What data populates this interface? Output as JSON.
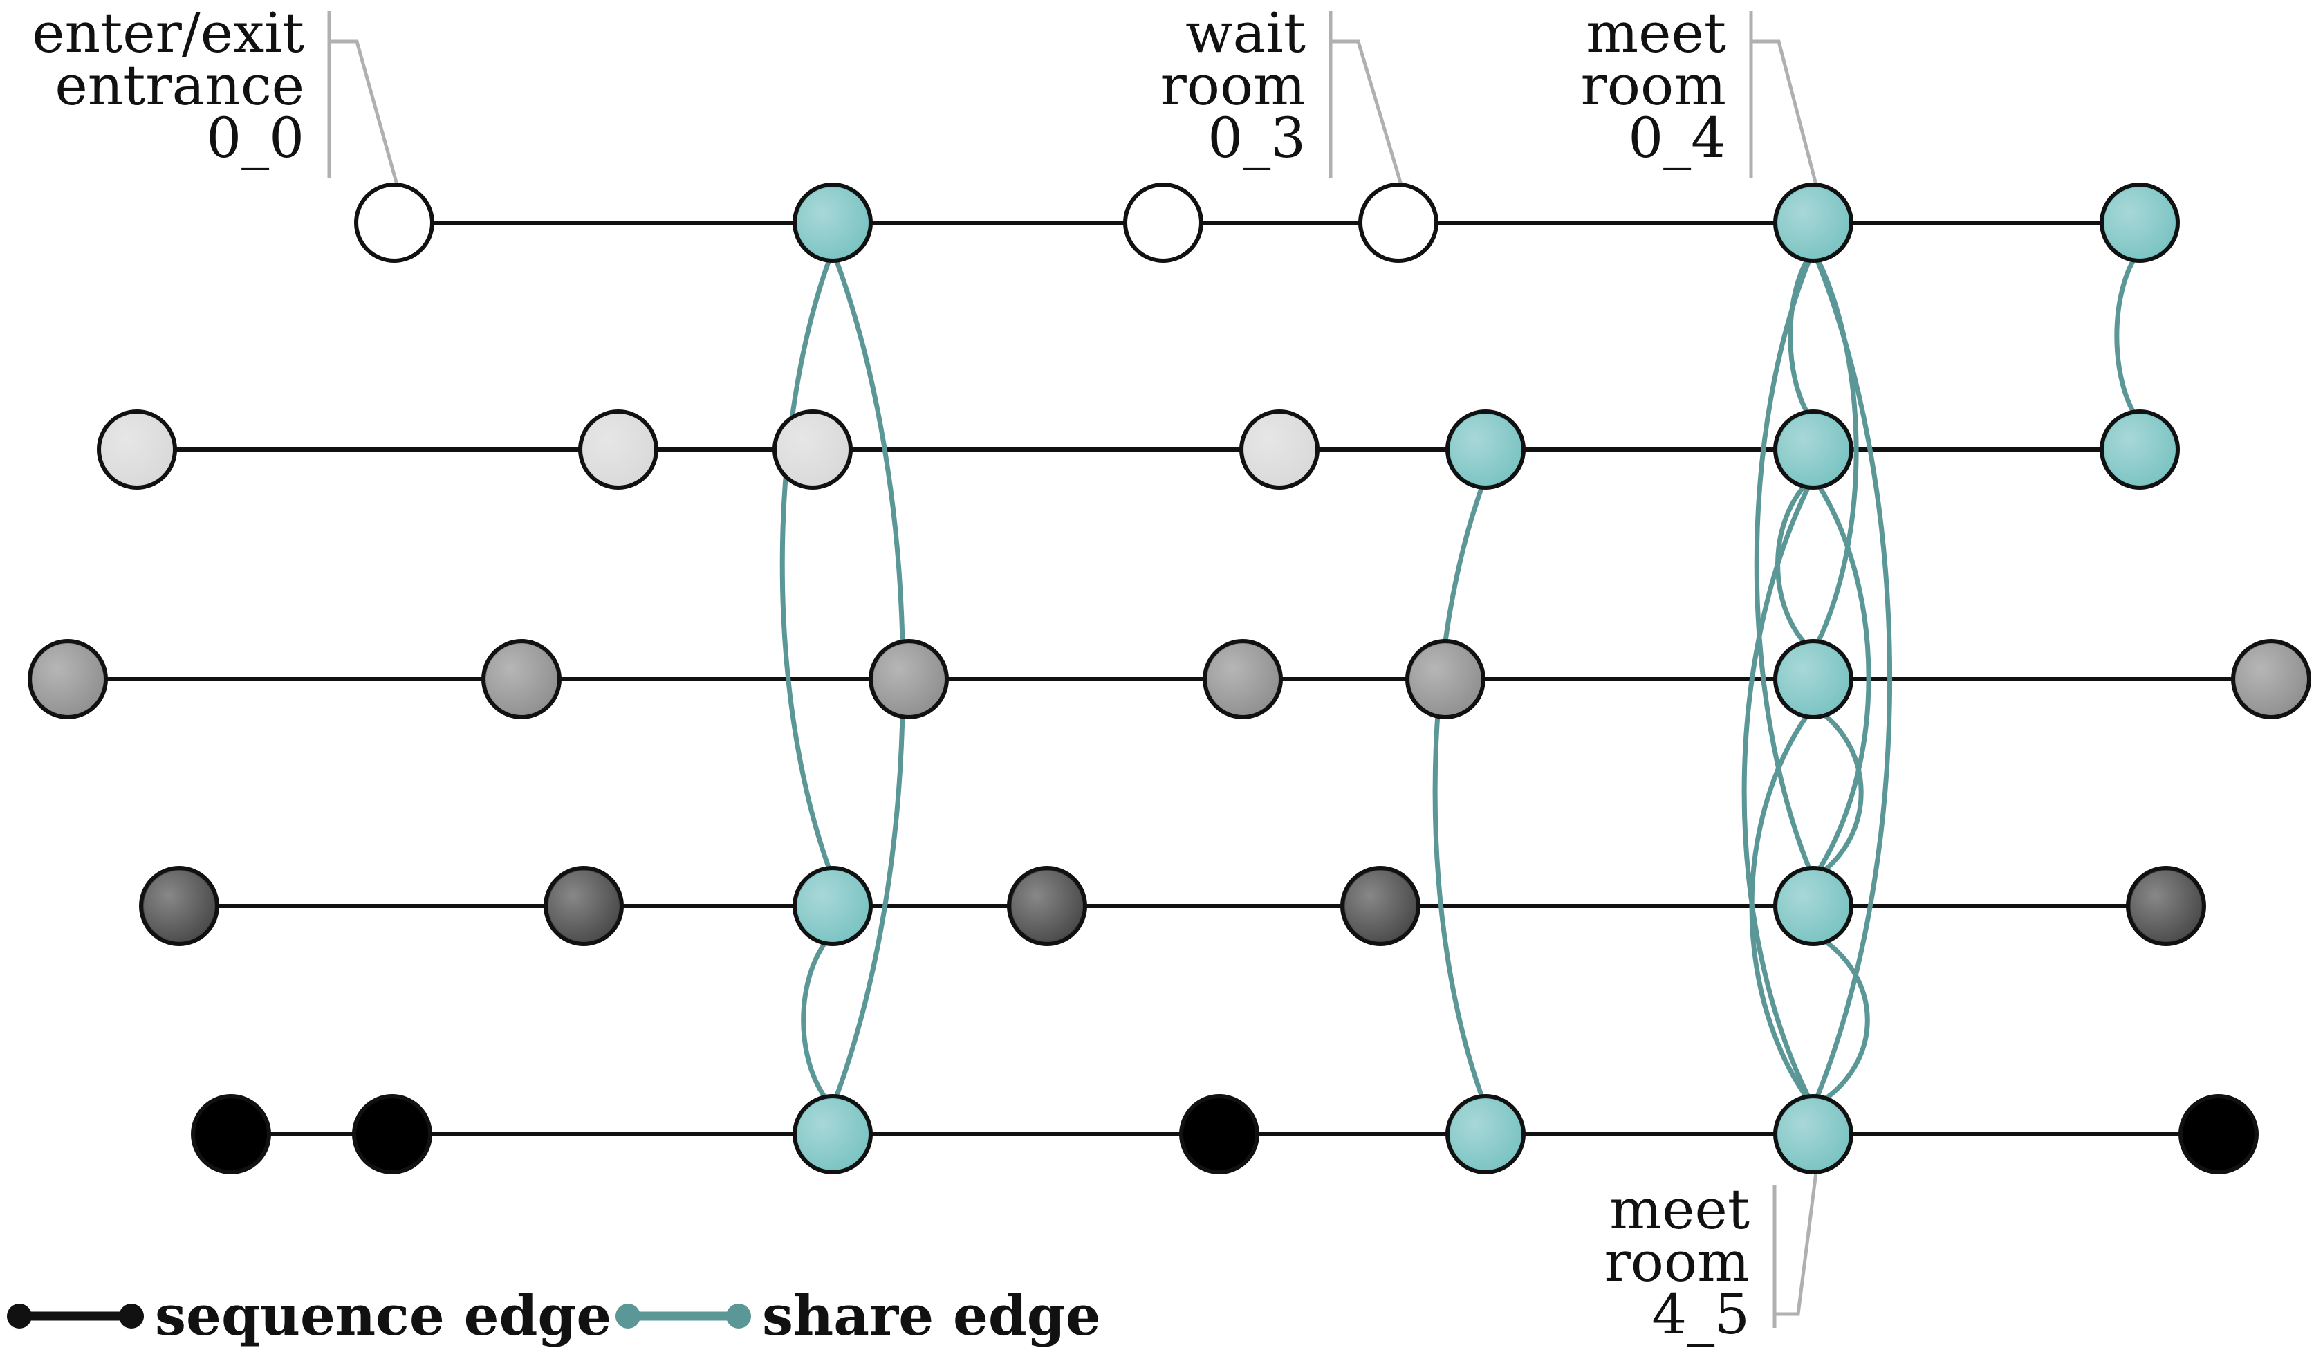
{
  "colors": {
    "sequence_edge": "#111111",
    "share_edge": "#5a9796",
    "share_node": "#79c3c2",
    "bracket": "#b0b0b0",
    "node_stroke": "#111111",
    "track_0": "#ffffff",
    "track_1": "#d9d9d9",
    "track_2": "#8f8f8f",
    "track_3": "#484848",
    "track_4": "#000000"
  },
  "annotations": [
    {
      "id": "ann-0-0",
      "lines": [
        "enter/exit",
        "entrance",
        "0_0"
      ]
    },
    {
      "id": "ann-0-3",
      "lines": [
        "wait",
        "room",
        "0_3"
      ]
    },
    {
      "id": "ann-0-4",
      "lines": [
        "meet",
        "room",
        "0_4"
      ]
    },
    {
      "id": "ann-4-5",
      "lines": [
        "meet",
        "room",
        "4_5"
      ]
    }
  ],
  "legend": {
    "sequence_label": "sequence edge",
    "share_label": "share edge"
  },
  "tracks": [
    {
      "id": "track-0",
      "nodes": [
        {
          "id": "0_0",
          "shared": false
        },
        {
          "id": "0_1",
          "shared": true
        },
        {
          "id": "0_2",
          "shared": false
        },
        {
          "id": "0_3",
          "shared": false
        },
        {
          "id": "0_4",
          "shared": true
        },
        {
          "id": "0_5",
          "shared": true
        }
      ]
    },
    {
      "id": "track-1",
      "nodes": [
        {
          "id": "1_0",
          "shared": false
        },
        {
          "id": "1_1",
          "shared": false
        },
        {
          "id": "1_2",
          "shared": false
        },
        {
          "id": "1_3",
          "shared": false
        },
        {
          "id": "1_4",
          "shared": true
        },
        {
          "id": "1_5",
          "shared": true
        },
        {
          "id": "1_6",
          "shared": true
        }
      ]
    },
    {
      "id": "track-2",
      "nodes": [
        {
          "id": "2_0",
          "shared": false
        },
        {
          "id": "2_1",
          "shared": false
        },
        {
          "id": "2_2",
          "shared": false
        },
        {
          "id": "2_3",
          "shared": false
        },
        {
          "id": "2_4",
          "shared": false
        },
        {
          "id": "2_5",
          "shared": true
        },
        {
          "id": "2_6",
          "shared": false
        }
      ]
    },
    {
      "id": "track-3",
      "nodes": [
        {
          "id": "3_0",
          "shared": false
        },
        {
          "id": "3_1",
          "shared": false
        },
        {
          "id": "3_2",
          "shared": true
        },
        {
          "id": "3_3",
          "shared": false
        },
        {
          "id": "3_4",
          "shared": false
        },
        {
          "id": "3_5",
          "shared": true
        },
        {
          "id": "3_6",
          "shared": false
        }
      ]
    },
    {
      "id": "track-4",
      "nodes": [
        {
          "id": "4_0",
          "shared": false
        },
        {
          "id": "4_1",
          "shared": false
        },
        {
          "id": "4_2",
          "shared": true
        },
        {
          "id": "4_3",
          "shared": false
        },
        {
          "id": "4_4",
          "shared": true
        },
        {
          "id": "4_5",
          "shared": true
        },
        {
          "id": "4_6",
          "shared": false
        }
      ]
    }
  ],
  "share_edges": [
    [
      "0_1",
      "3_2"
    ],
    [
      "0_1",
      "4_2"
    ],
    [
      "3_2",
      "4_2"
    ],
    [
      "1_4",
      "4_4"
    ],
    [
      "0_5",
      "1_6"
    ],
    [
      "0_4",
      "1_5"
    ],
    [
      "0_4",
      "2_5"
    ],
    [
      "0_4",
      "3_5"
    ],
    [
      "0_4",
      "4_5"
    ],
    [
      "1_5",
      "2_5"
    ],
    [
      "1_5",
      "3_5"
    ],
    [
      "1_5",
      "4_5"
    ],
    [
      "2_5",
      "3_5"
    ],
    [
      "2_5",
      "4_5"
    ],
    [
      "3_5",
      "4_5"
    ]
  ]
}
